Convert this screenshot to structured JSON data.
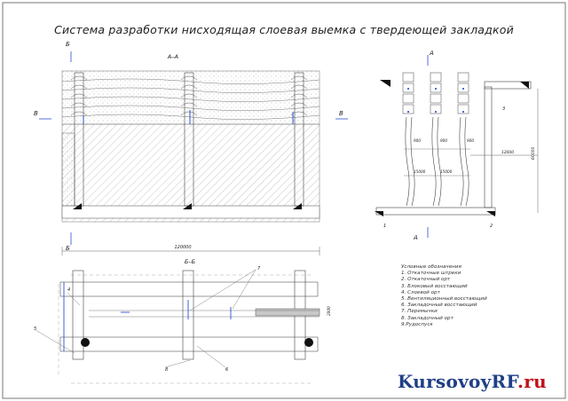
{
  "title": "Система разработки нисходящая слоевая выемка с твердеющей закладкой",
  "sections": {
    "aa": "А–А",
    "bb": "Б–Б",
    "a": "А",
    "b": "Б",
    "v": "В"
  },
  "dimensions": {
    "width_main": "120000",
    "height_right": "60000",
    "width_right": "12000",
    "step": "900",
    "span": "15000",
    "side": "2000"
  },
  "callouts": [
    "1",
    "2",
    "3",
    "4",
    "5",
    "6",
    "7",
    "8"
  ],
  "legend": {
    "header": "Условные обозначения",
    "items": [
      "1. Откаточные штреки",
      "2. Откаточный орт",
      "3. Блоковый восстающий",
      "4. Слоевой орт",
      "5. Вентиляционный восстающий",
      "6. Закладочный восстающий",
      "7. Перемычки",
      "8. Закладочный орт",
      "9.Рудоспуск"
    ]
  },
  "watermark": {
    "main": "KursovoyRF",
    "suffix": ".ru"
  }
}
